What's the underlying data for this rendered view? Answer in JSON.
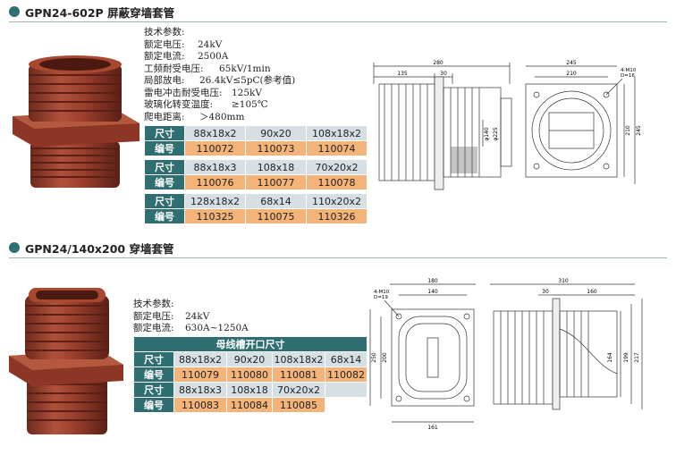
{
  "section1": {
    "title": "GPN24-602P 屏蔽穿墙套管",
    "specs_title": "技术参数:",
    "specs": [
      {
        "k": "额定电压:",
        "v": "24kV"
      },
      {
        "k": "额定电流:",
        "v": "2500A"
      },
      {
        "k": "工频耐受电压:",
        "v": "65kV/1min"
      },
      {
        "k": "局部放电:",
        "v": "26.4kV≤5pC(参考值)"
      },
      {
        "k": "雷电冲击耐受电压:",
        "v": "125kV"
      },
      {
        "k": "玻璃化转变温度:",
        "v": "≥105℃"
      },
      {
        "k": "爬电距离:",
        "v": "＞480mm"
      }
    ],
    "size_label": "尺寸",
    "code_label": "编号",
    "rows": [
      {
        "sizes": [
          "88x18x2",
          "90x20",
          "108x18x2"
        ],
        "codes": [
          "110072",
          "110073",
          "110074"
        ]
      },
      {
        "sizes": [
          "88x18x3",
          "108x18",
          "70x20x2"
        ],
        "codes": [
          "110076",
          "110077",
          "110078"
        ]
      },
      {
        "sizes": [
          "128x18x2",
          "68x14",
          "110x20x2"
        ],
        "codes": [
          "110325",
          "110075",
          "110326"
        ]
      }
    ],
    "drawing_side": {
      "d1": "280",
      "d2": "135",
      "d3": "30",
      "d4": "φ140",
      "d5": "φ225"
    },
    "drawing_front": {
      "d1": "245",
      "d2": "210",
      "d3": "4-M10",
      "d4": "D=16",
      "d5": "210",
      "d6": "245"
    }
  },
  "section2": {
    "title": "GPN24/140x200 穿墙套管",
    "specs_title": "技术参数:",
    "specs": [
      {
        "k": "额定电压:",
        "v": "24kV"
      },
      {
        "k": "额定电流:",
        "v": "630A~1250A"
      }
    ],
    "table_header": "母线槽开口尺寸",
    "size_label": "尺寸",
    "code_label": "编号",
    "rows": [
      {
        "sizes": [
          "88x18x2",
          "90x20",
          "108x18x2",
          "68x14"
        ],
        "codes": [
          "110079",
          "110080",
          "110081",
          "110082"
        ]
      },
      {
        "sizes": [
          "88x18x3",
          "108x18",
          "70x20x2",
          ""
        ],
        "codes": [
          "110083",
          "110084",
          "110085",
          ""
        ]
      }
    ],
    "drawing_front": {
      "d1": "180",
      "d2": "140",
      "d3": "4-M10",
      "d4": "D=19",
      "d5": "250",
      "d6": "200",
      "d7": "161"
    },
    "drawing_side": {
      "d1": "310",
      "d2": "30",
      "d3": "160",
      "d4": "164",
      "d5": "199",
      "d6": "217"
    }
  },
  "colors": {
    "accent": "#2f6f73",
    "size_row": "#d6dfe4",
    "code_row": "#f4b378",
    "product": "#9a3d2c"
  }
}
